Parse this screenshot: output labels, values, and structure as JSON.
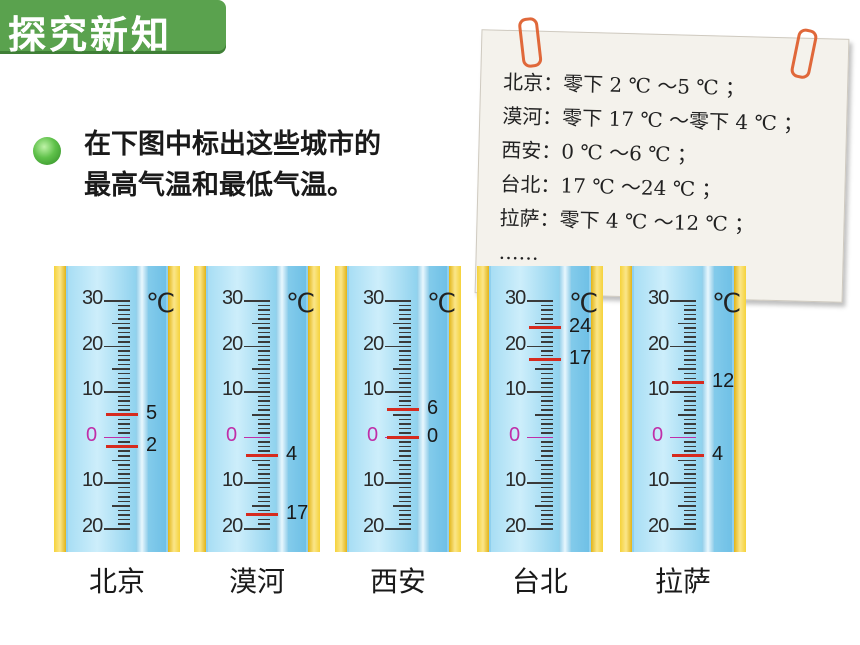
{
  "header": {
    "title": "探究新知"
  },
  "instruction": {
    "line1": "在下图中标出这些城市的",
    "line2": "最高气温和最低气温。"
  },
  "note": {
    "lines": [
      "北京：零下 2 ℃ ～5 ℃ ；",
      "漠河：零下 17 ℃ ～零下 4 ℃ ；",
      "西安：0 ℃ ～6 ℃ ；",
      "台北：17 ℃ ～24 ℃ ；",
      "拉萨：零下 4 ℃ ～12 ℃ ；",
      "……"
    ]
  },
  "scale": {
    "unit": "℃",
    "labels_above": [
      "30",
      "20",
      "10"
    ],
    "zero_label": "0",
    "labels_below": [
      "10",
      "20"
    ]
  },
  "chart_data": {
    "type": "thermometer-diagram",
    "scale_range": [
      -20,
      30
    ],
    "unit": "℃",
    "cities": [
      {
        "name": "北京",
        "high": 5,
        "low": -2,
        "high_label": "5",
        "low_label": "2"
      },
      {
        "name": "漠河",
        "high": -4,
        "low": -17,
        "high_label": "4",
        "low_label": "17"
      },
      {
        "name": "西安",
        "high": 6,
        "low": 0,
        "high_label": "6",
        "low_label": "0"
      },
      {
        "name": "台北",
        "high": 24,
        "low": 17,
        "high_label": "24",
        "low_label": "17"
      },
      {
        "name": "拉萨",
        "high": 12,
        "low": -4,
        "high_label": "12",
        "low_label": "4"
      }
    ]
  },
  "colors": {
    "title_bg": "#5aa24e",
    "mark": "#d62a1e",
    "zero": "#c02ea8",
    "frame_blue": "#8fd0ef",
    "frame_yellow": "#f5d23a"
  }
}
